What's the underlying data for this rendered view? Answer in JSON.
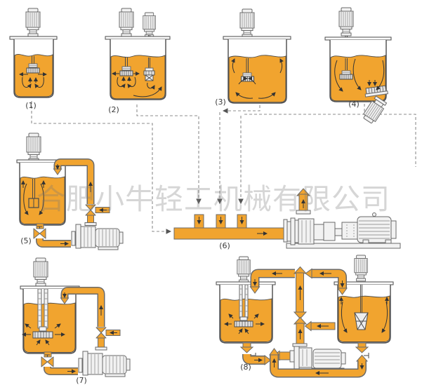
{
  "watermark": {
    "text": "合肥小牛轻工机械有限公司"
  },
  "diagram": {
    "labels": [
      {
        "text": "(1)"
      },
      {
        "text": "(2)"
      },
      {
        "text": "(3)"
      },
      {
        "text": "(4)"
      },
      {
        "text": "(5)"
      },
      {
        "text": "(6)"
      },
      {
        "text": "(7)"
      },
      {
        "text": "(8)"
      }
    ]
  },
  "colors": {
    "liquid_orange": "#F1A42F",
    "pipe_orange": "#F1A42F",
    "outline_dark": "#4A4A4A",
    "machine_gray": "#F2F2F2",
    "dashed_gray": "#8C8C8C",
    "watermark_gray": "#D7D7D7",
    "background": "#FFFFFF"
  }
}
